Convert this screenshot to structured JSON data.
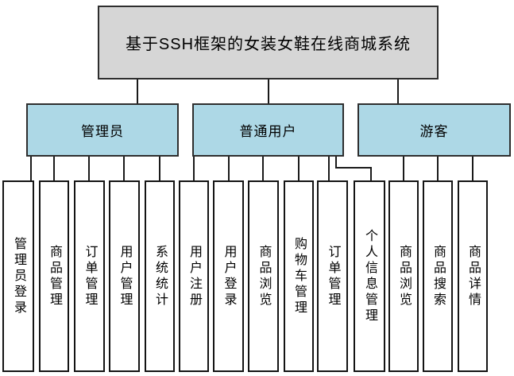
{
  "diagram": {
    "title": "基于SSH框架的女装女鞋在线商城系统",
    "branches": [
      {
        "label": "管理员",
        "children": [
          "管理员登录",
          "商品管理",
          "订单管理",
          "用户管理",
          "系统统计"
        ]
      },
      {
        "label": "普通用户",
        "children": [
          "用户注册",
          "用户登录",
          "商品浏览",
          "购物车管理",
          "订单管理",
          "个人信息管理"
        ]
      },
      {
        "label": "游客",
        "children": [
          "商品浏览",
          "商品搜索",
          "商品详情"
        ]
      }
    ],
    "colors": {
      "title_fill": "#d6d6d6",
      "branch_fill": "#add8e6",
      "leaf_fill": "#ffffff",
      "box_border": "#2e2e2e",
      "connector": "#1a1a1a"
    }
  }
}
